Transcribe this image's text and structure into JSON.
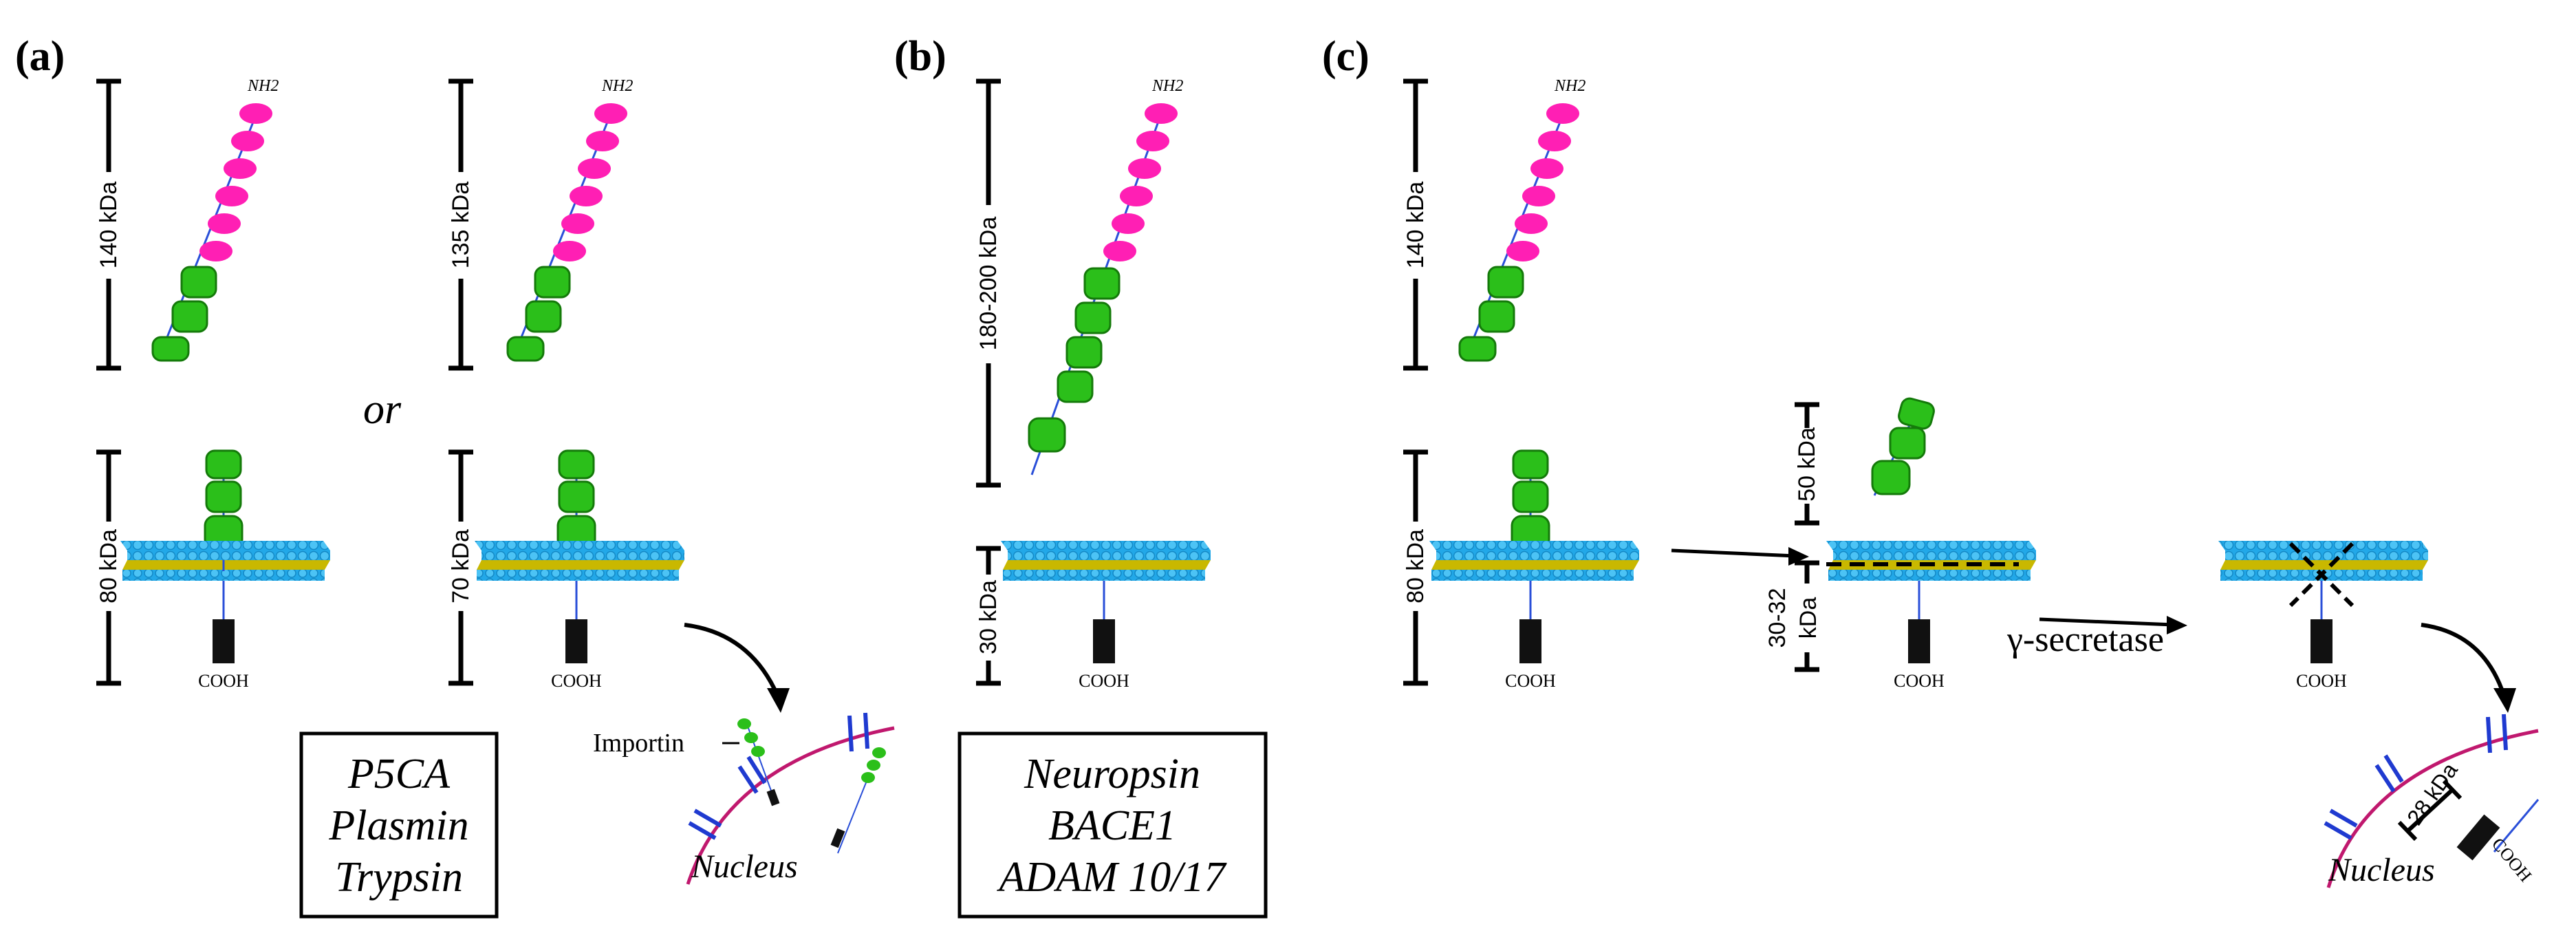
{
  "colors": {
    "ectodomain": "#ff1fb4",
    "cub_domain": "#2bbf1a",
    "cub_domain_dark": "#147a0a",
    "membrane_blue": "#22a8e8",
    "membrane_yellow": "#c9b800",
    "linker": "#2a4fd8",
    "nucleus_envelope": "#c0186e",
    "pore": "#1f3ad0",
    "text": "#000000"
  },
  "panels": {
    "a": {
      "label": "(a)"
    },
    "b": {
      "label": "(b)"
    },
    "c": {
      "label": "(c)"
    }
  },
  "labels": {
    "nh2": "NH2",
    "cooh": "COOH",
    "or": "or",
    "importin": "Importin",
    "nucleus": "Nucleus",
    "gamma_secretase": "γ-secretase"
  },
  "sizes": {
    "a_left_top": "140 kDa",
    "a_left_bottom": "80 kDa",
    "a_right_top": "135 kDa",
    "a_right_bottom": "70 kDa",
    "b_top": "180-200 kDa",
    "b_bottom": "30 kDa",
    "c_left_top": "140 kDa",
    "c_left_bottom": "80 kDa",
    "c_mid_top": "50 kDa",
    "c_mid_bottom_1": "30-32",
    "c_mid_bottom_2": "kDa",
    "c_nuclear": "28 kDa"
  },
  "proteases": {
    "a": [
      "P5CA",
      "Plasmin",
      "Trypsin"
    ],
    "b": [
      "Neuropsin",
      "BACE1",
      "ADAM 10/17"
    ]
  }
}
